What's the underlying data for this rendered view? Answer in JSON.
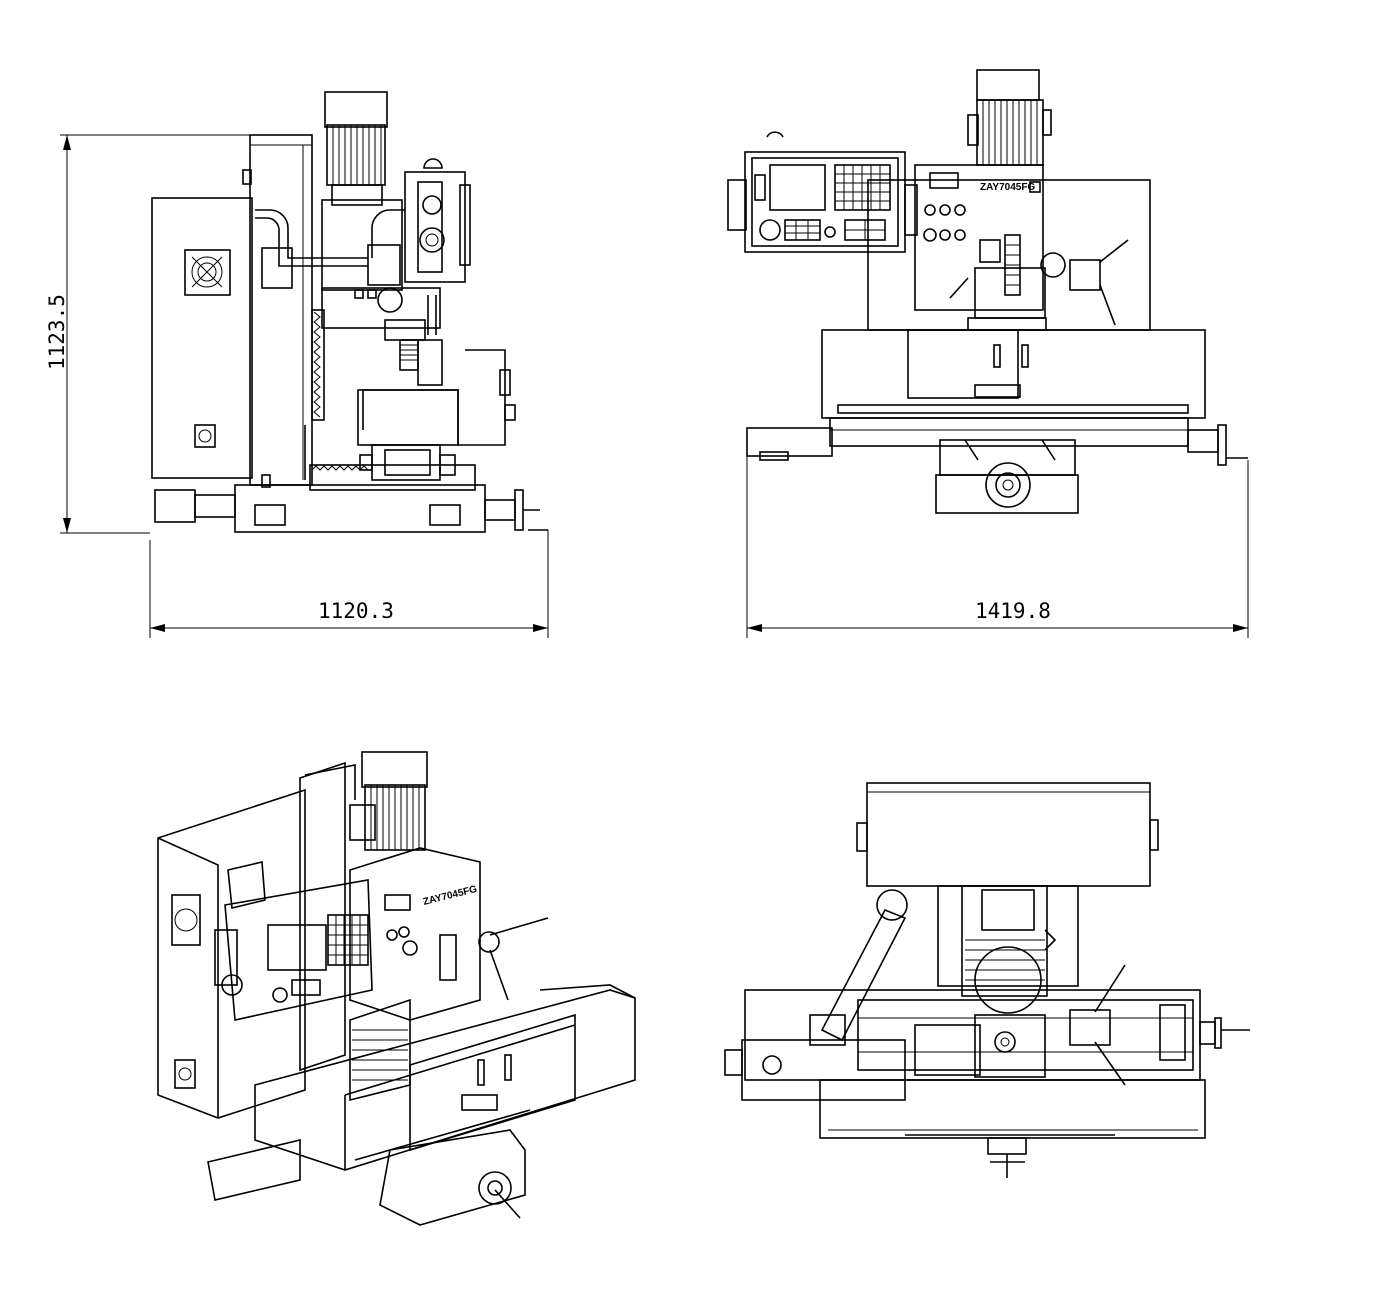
{
  "dimensions": {
    "height_label": "1123.5",
    "side_width_label": "1120.3",
    "front_width_label": "1419.8"
  },
  "nameplate": {
    "model_front": "ZAY7045FG",
    "model_iso": "ZAY7045FG"
  }
}
